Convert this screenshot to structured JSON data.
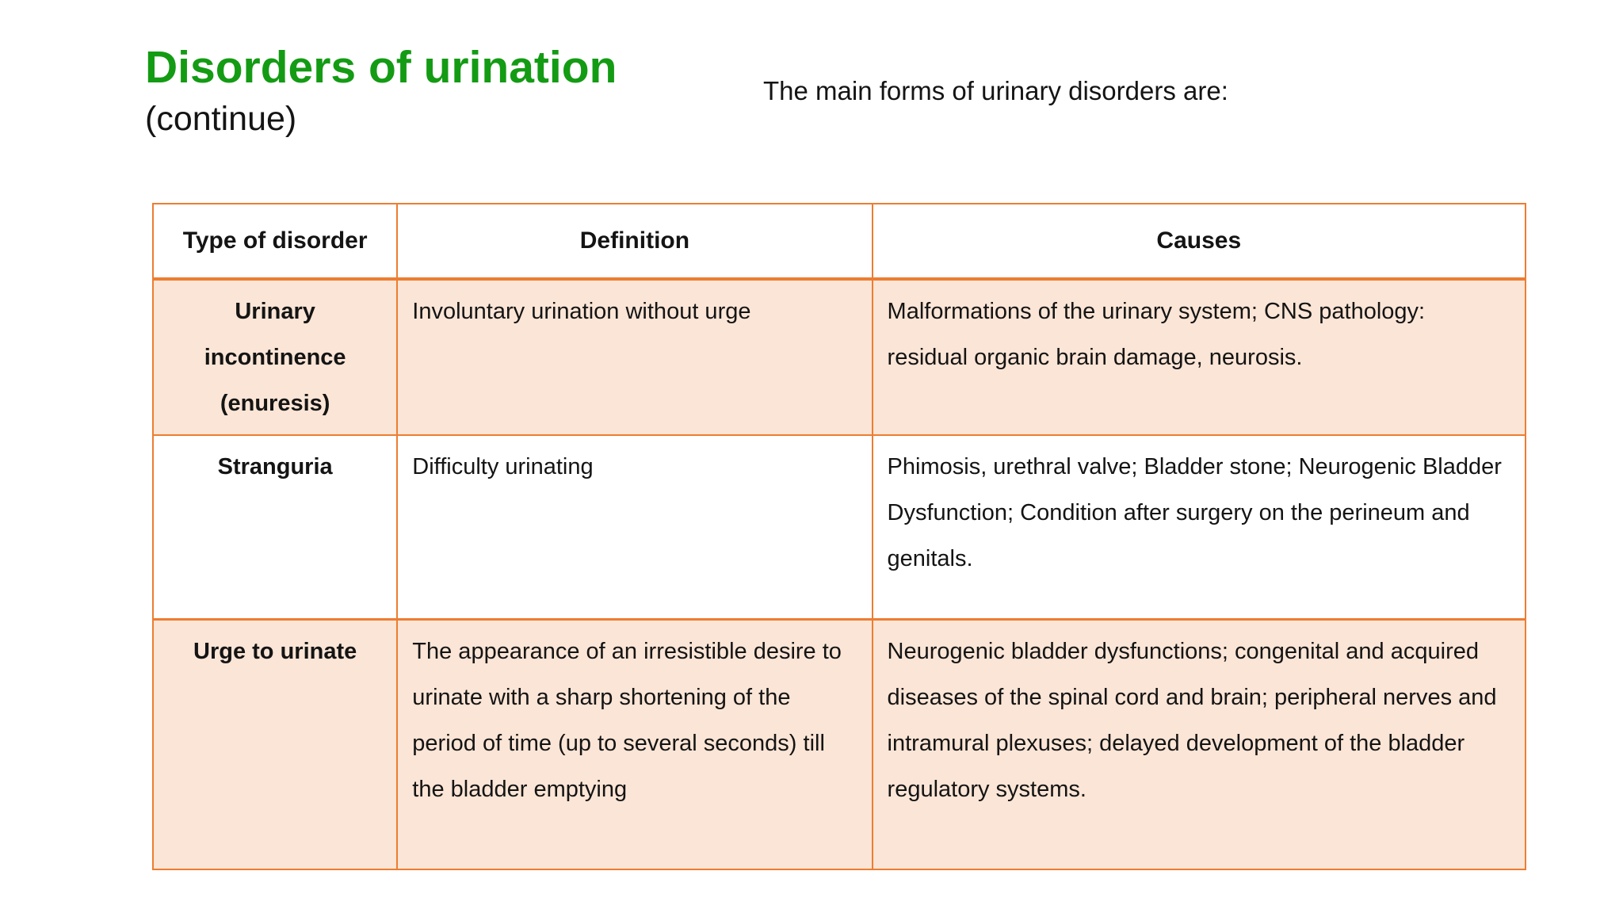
{
  "slide": {
    "title": "Disorders of urination",
    "subtitle": "(continue)",
    "lead_text": "The main forms of urinary disorders are:"
  },
  "colors": {
    "accent_border": "#ED7D31",
    "banded_bg": "#FBE5D6",
    "title_green": "#149B14"
  },
  "table": {
    "columns": [
      "Type of disorder",
      "Definition",
      "Causes"
    ],
    "rows": [
      {
        "type": "Urinary incontinence (enuresis)",
        "definition": "Involuntary urination without urge",
        "causes": "Malformations of the urinary system; CNS pathology: residual organic brain damage, neurosis."
      },
      {
        "type": "Stranguria",
        "definition": "Difficulty urinating",
        "causes": "Phimosis, urethral valve; Bladder stone; Neurogenic Bladder Dysfunction; Condition after surgery on the perineum and genitals."
      },
      {
        "type": "Urge to urinate",
        "definition": "The appearance of an irresistible desire to urinate with a sharp shortening of the period of time (up to several seconds) till the bladder emptying",
        "causes": "Neurogenic bladder dysfunctions; congenital and acquired diseases of the spinal cord and brain; peripheral nerves and intramural plexuses; delayed development of the bladder regulatory systems."
      }
    ]
  }
}
